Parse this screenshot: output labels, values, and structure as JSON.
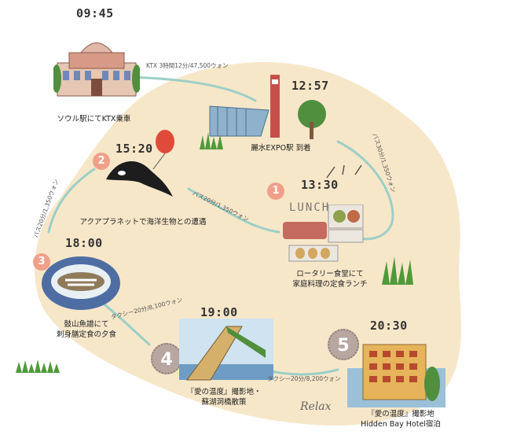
{
  "stops": [
    {
      "time": "09:45",
      "caption": [
        "ソウル駅にてKTX乗車"
      ]
    },
    {
      "time": "12:57",
      "caption": [
        "麗水EXPO駅 到着"
      ]
    },
    {
      "time": "15:20",
      "number": "2",
      "caption": [
        "アクアプラネットで海洋生物との遭遇"
      ]
    },
    {
      "time": "13:30",
      "number": "1",
      "caption": [
        "ロータリー食堂にて",
        "家庭料理の定食ランチ"
      ]
    },
    {
      "time": "18:00",
      "number": "3",
      "caption": [
        "鼓山魚譜にて",
        "刺身膳定食の夕食"
      ]
    },
    {
      "time": "19:00",
      "number": "4",
      "caption": [
        "『愛の温度』撮影地・",
        "蘇湖洞橋散策"
      ]
    },
    {
      "time": "20:30",
      "number": "5",
      "caption": [
        "『愛の温度』撮影地",
        "Hidden Bay Hotel宿泊"
      ]
    }
  ],
  "routes": [
    "KTX 3時間12分/47,500ウォン",
    "バス30分/1,350ウォン",
    "バス20分/1,350ウォン",
    "バス20分/1,350ウォン",
    "タクシー20分/8,100ウォン",
    "タクシー20分/8,200ウォン"
  ],
  "lunch_sign": "LUNCH",
  "relax": "Relax",
  "colors": {
    "map_fill": "#f7e7c9",
    "route_line": "#9ccfc7",
    "badge_pink": "#f0a08a",
    "badge_grey": "#b8a7a0"
  }
}
